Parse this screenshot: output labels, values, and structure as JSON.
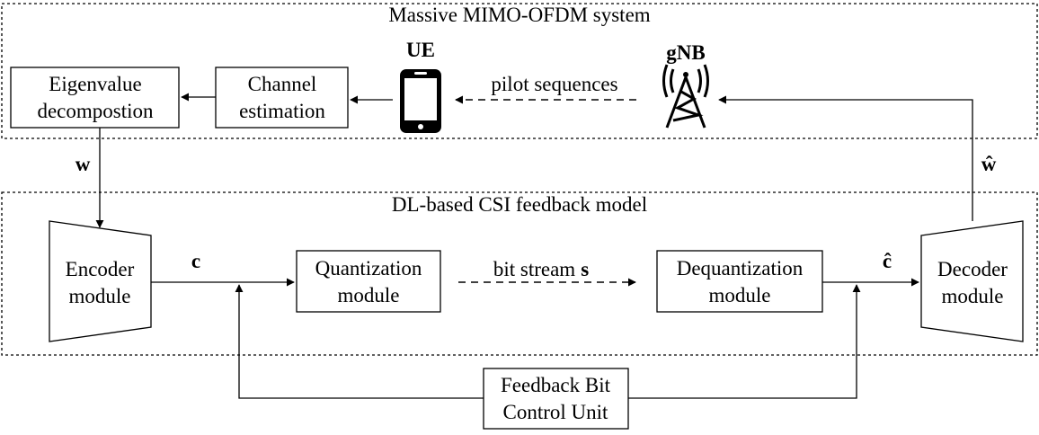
{
  "groups": {
    "top_title": "Massive MIMO-OFDM system",
    "bottom_title": "DL-based CSI feedback model"
  },
  "nodes": {
    "eig_line1": "Eigenvalue",
    "eig_line2": "decompostion",
    "chan_line1": "Channel",
    "chan_line2": "estimation",
    "ue_label": "UE",
    "gnb_label": "gNB",
    "enc_line1": "Encoder",
    "enc_line2": "module",
    "quant_line1": "Quantization",
    "quant_line2": "module",
    "dequant_line1": "Dequantization",
    "dequant_line2": "module",
    "dec_line1": "Decoder",
    "dec_line2": "module",
    "fb_line1": "Feedback Bit",
    "fb_line2": "Control Unit"
  },
  "edges": {
    "pilot": "pilot sequences",
    "bitstream": "bit stream",
    "bitstream_sym": "s",
    "w": "w",
    "w_hat": "ŵ",
    "c": "c",
    "c_hat": "ĉ"
  }
}
